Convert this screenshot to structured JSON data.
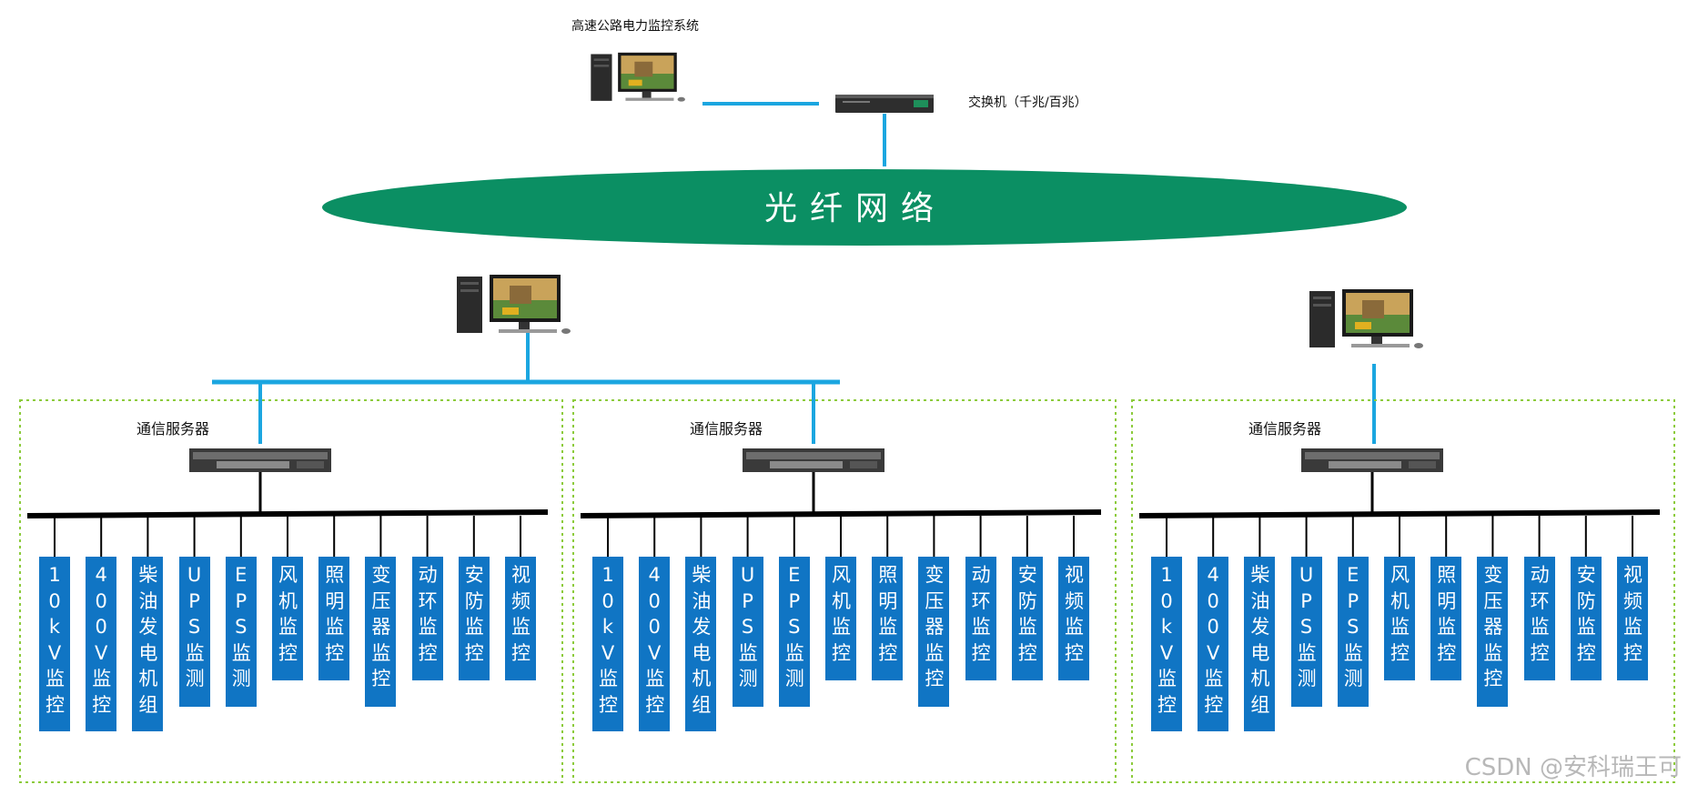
{
  "top": {
    "system_label": "高速公路电力监控系统",
    "switch_label": "交换机（千兆/百兆）"
  },
  "network": {
    "label": "光纤网络",
    "color": "#0b8f63"
  },
  "colors": {
    "link": "#1ba6e0",
    "bus": "#000000",
    "module": "#1075c4",
    "group_border": "#8ccb3c"
  },
  "groups": [
    {
      "server_label": "通信服务器",
      "modules": [
        "10kV监控",
        "400V监控",
        "柴油发电机组",
        "UPS监测",
        "EPS监测",
        "风机监控",
        "照明监控",
        "变压器监控",
        "动环监控",
        "安防监控",
        "视频监控"
      ]
    },
    {
      "server_label": "通信服务器",
      "modules": [
        "10kV监控",
        "400V监控",
        "柴油发电机组",
        "UPS监测",
        "EPS监测",
        "风机监控",
        "照明监控",
        "变压器监控",
        "动环监控",
        "安防监控",
        "视频监控"
      ]
    },
    {
      "server_label": "通信服务器",
      "modules": [
        "10kV监控",
        "400V监控",
        "柴油发电机组",
        "UPS监测",
        "EPS监测",
        "风机监控",
        "照明监控",
        "变压器监控",
        "动环监控",
        "安防监控",
        "视频监控"
      ]
    }
  ],
  "watermark": "CSDN @安科瑞王可"
}
